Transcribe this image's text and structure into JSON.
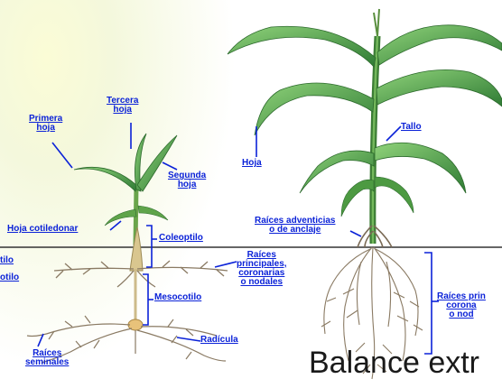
{
  "colors": {
    "label": "#0b22d8",
    "leaf": "#3f8f3a",
    "leaf_light": "#7cc56b",
    "root": "#8a7a63",
    "ground_line": "#333333",
    "seed": "#e8c27a"
  },
  "labels": {
    "primera_hoja": "Primera\nhoja",
    "tercera_hoja": "Tercera\nhoja",
    "segunda_hoja": "Segunda\nhoja",
    "hoja_cotiledonar": "Hoja cotiledonar",
    "coleoptilo": "Coleoptilo",
    "mesocotilo": "Mesocotilo",
    "raices_principales": "Raíces\nprincipales,\ncoronarias\no nodales",
    "radicula": "Radícula",
    "raices_seminales": "Raíces\nseminales",
    "tilo_1": "tilo",
    "tilo_2": "otilo",
    "hoja": "Hoja",
    "tallo": "Tallo",
    "raices_adventicias": "Raíces adventicias\no de anclaje",
    "raices_right": "Raíces prin\ncorona\no nod"
  },
  "caption": "Balance extr"
}
